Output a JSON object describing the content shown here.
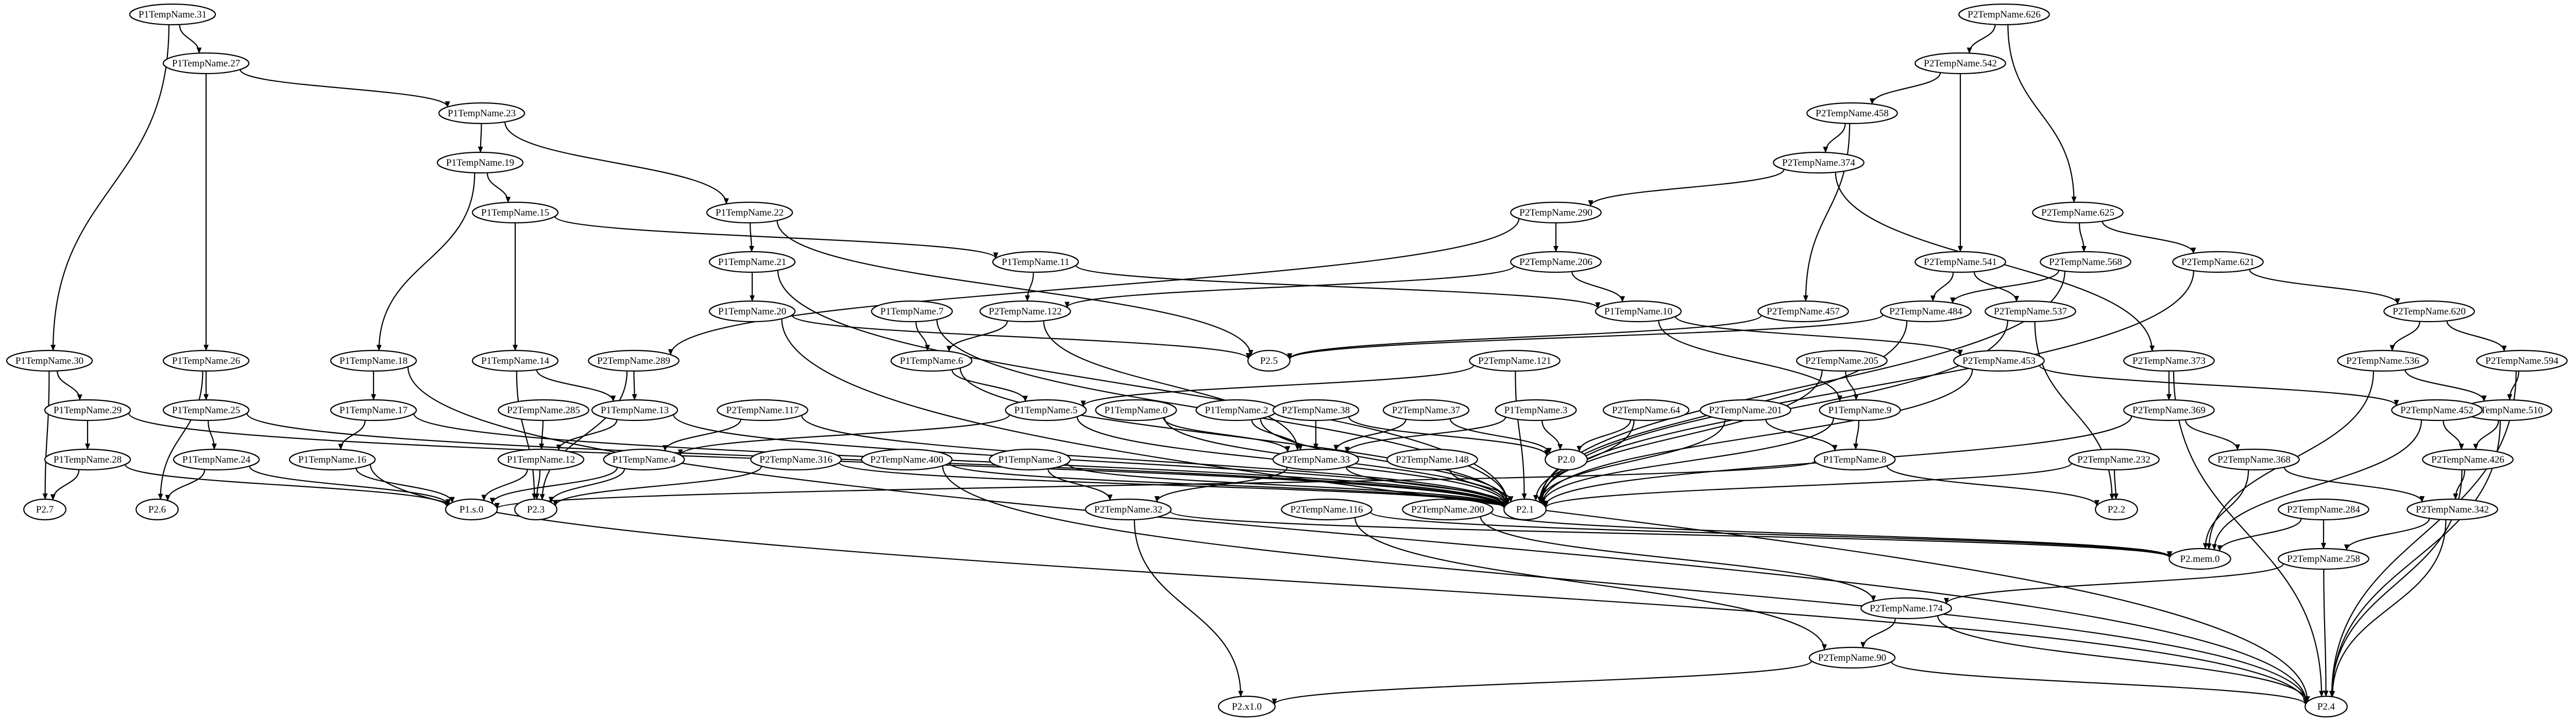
{
  "graph": {
    "nodes": [
      {
        "id": "n1",
        "label": "P1TempName.31"
      },
      {
        "id": "n2",
        "label": "P1TempName.27"
      },
      {
        "id": "n3",
        "label": "P1TempName.23"
      },
      {
        "id": "n4",
        "label": "P1TempName.19"
      },
      {
        "id": "n5",
        "label": "P1TempName.15"
      },
      {
        "id": "n6",
        "label": "P1TempName.22"
      },
      {
        "id": "n7",
        "label": "P1TempName.21"
      },
      {
        "id": "n8",
        "label": "P1TempName.11"
      },
      {
        "id": "n9",
        "label": "P1TempName.20"
      },
      {
        "id": "n10",
        "label": "P1TempName.7"
      },
      {
        "id": "n11",
        "label": "P2TempName.122"
      },
      {
        "id": "n12",
        "label": "P1TempName.6"
      },
      {
        "id": "n13",
        "label": "P1TempName.30"
      },
      {
        "id": "n14",
        "label": "P1TempName.26"
      },
      {
        "id": "n15",
        "label": "P1TempName.18"
      },
      {
        "id": "n16",
        "label": "P1TempName.14"
      },
      {
        "id": "n17",
        "label": "P2TempName.289"
      },
      {
        "id": "n18",
        "label": "P1TempName.29"
      },
      {
        "id": "n19",
        "label": "P1TempName.25"
      },
      {
        "id": "n20",
        "label": "P1TempName.17"
      },
      {
        "id": "n21",
        "label": "P1TempName.13"
      },
      {
        "id": "n22",
        "label": "P2TempName.285"
      },
      {
        "id": "n23",
        "label": "P2TempName.117"
      },
      {
        "id": "n24",
        "label": "P1TempName.5"
      },
      {
        "id": "n25",
        "label": "P1TempName.28"
      },
      {
        "id": "n26",
        "label": "P1TempName.24"
      },
      {
        "id": "n27",
        "label": "P1TempName.16"
      },
      {
        "id": "n28",
        "label": "P1TempName.12"
      },
      {
        "id": "n29",
        "label": "P1TempName.4"
      },
      {
        "id": "n30",
        "label": "P2TempName.316"
      },
      {
        "id": "n31",
        "label": "P2TempName.400"
      },
      {
        "id": "n32",
        "label": "P2.7"
      },
      {
        "id": "n33",
        "label": "P2.6"
      },
      {
        "id": "n34",
        "label": "P1.s.0"
      },
      {
        "id": "n35",
        "label": "P2.3"
      },
      {
        "id": "n36",
        "label": "P2.5"
      },
      {
        "id": "n37",
        "label": "P1TempName.0"
      },
      {
        "id": "n38",
        "label": "P1TempName.2"
      },
      {
        "id": "n39",
        "label": "P2TempName.38"
      },
      {
        "id": "n40",
        "label": "P2TempName.37"
      },
      {
        "id": "n41",
        "label": "P1TempName.3"
      },
      {
        "id": "n42",
        "label": "P2TempName.64"
      },
      {
        "id": "n43",
        "label": "P2TempName.33"
      },
      {
        "id": "n44",
        "label": "P2TempName.148"
      },
      {
        "id": "n45",
        "label": "P2.0"
      },
      {
        "id": "n46",
        "label": "P1TempName.3"
      },
      {
        "id": "n47",
        "label": "P2TempName.32"
      },
      {
        "id": "n48",
        "label": "P2TempName.116"
      },
      {
        "id": "n49",
        "label": "P2TempName.200"
      },
      {
        "id": "n50",
        "label": "P2.1"
      },
      {
        "id": "n51",
        "label": "P2TempName.626"
      },
      {
        "id": "n52",
        "label": "P2TempName.542"
      },
      {
        "id": "n53",
        "label": "P2TempName.458"
      },
      {
        "id": "n54",
        "label": "P2TempName.374"
      },
      {
        "id": "n55",
        "label": "P2TempName.290"
      },
      {
        "id": "n56",
        "label": "P2TempName.206"
      },
      {
        "id": "n57",
        "label": "P1TempName.10"
      },
      {
        "id": "n58",
        "label": "P2TempName.457"
      },
      {
        "id": "n59",
        "label": "P2TempName.121"
      },
      {
        "id": "n60",
        "label": "P2TempName.453"
      },
      {
        "id": "n61",
        "label": "P2TempName.205"
      },
      {
        "id": "n62",
        "label": "P1TempName.9"
      },
      {
        "id": "n63",
        "label": "P2TempName.201"
      },
      {
        "id": "n64",
        "label": "P1TempName.8"
      },
      {
        "id": "n65",
        "label": "P2TempName.541"
      },
      {
        "id": "n66",
        "label": "P2TempName.484"
      },
      {
        "id": "n67",
        "label": "P2TempName.537"
      },
      {
        "id": "n68",
        "label": "P2TempName.568"
      },
      {
        "id": "n69",
        "label": "P2TempName.625"
      },
      {
        "id": "n70",
        "label": "P2TempName.621"
      },
      {
        "id": "n71",
        "label": "P2TempName.373"
      },
      {
        "id": "n72",
        "label": "P2TempName.369"
      },
      {
        "id": "n73",
        "label": "P2TempName.368"
      },
      {
        "id": "n74",
        "label": "P2TempName.232"
      },
      {
        "id": "n75",
        "label": "P2.2"
      },
      {
        "id": "n76",
        "label": "P2TempName.620"
      },
      {
        "id": "n77",
        "label": "P2TempName.536"
      },
      {
        "id": "n78",
        "label": "P2TempName.594"
      },
      {
        "id": "n79",
        "label": "P2TempName.510"
      },
      {
        "id": "n80",
        "label": "P2TempName.452"
      },
      {
        "id": "n81",
        "label": "P2TempName.426"
      },
      {
        "id": "n82",
        "label": "P2TempName.284"
      },
      {
        "id": "n83",
        "label": "P2TempName.342"
      },
      {
        "id": "n84",
        "label": "P2TempName.258"
      },
      {
        "id": "n85",
        "label": "P2.mem.0"
      },
      {
        "id": "n86",
        "label": "P2TempName.174"
      },
      {
        "id": "n87",
        "label": "P2TempName.90"
      },
      {
        "id": "n88",
        "label": "P2.x1.0"
      },
      {
        "id": "n89",
        "label": "P2.4"
      }
    ],
    "edges": [
      {
        "from": "n1",
        "to": "n2"
      },
      {
        "from": "n1",
        "to": "n13"
      },
      {
        "from": "n2",
        "to": "n3"
      },
      {
        "from": "n2",
        "to": "n14"
      },
      {
        "from": "n3",
        "to": "n4"
      },
      {
        "from": "n3",
        "to": "n6"
      },
      {
        "from": "n4",
        "to": "n5"
      },
      {
        "from": "n4",
        "to": "n15"
      },
      {
        "from": "n5",
        "to": "n8"
      },
      {
        "from": "n5",
        "to": "n16"
      },
      {
        "from": "n6",
        "to": "n7"
      },
      {
        "from": "n6",
        "to": "n36"
      },
      {
        "from": "n7",
        "to": "n9"
      },
      {
        "from": "n7",
        "to": "n50"
      },
      {
        "from": "n8",
        "to": "n11"
      },
      {
        "from": "n8",
        "to": "n57"
      },
      {
        "from": "n9",
        "to": "n36"
      },
      {
        "from": "n9",
        "to": "n89"
      },
      {
        "from": "n10",
        "to": "n12"
      },
      {
        "from": "n10",
        "to": "n50"
      },
      {
        "from": "n11",
        "to": "n12"
      },
      {
        "from": "n11",
        "to": "n43"
      },
      {
        "from": "n12",
        "to": "n24"
      },
      {
        "from": "n12",
        "to": "n50"
      },
      {
        "from": "n13",
        "to": "n18"
      },
      {
        "from": "n13",
        "to": "n32"
      },
      {
        "from": "n14",
        "to": "n19"
      },
      {
        "from": "n14",
        "to": "n33"
      },
      {
        "from": "n15",
        "to": "n20"
      },
      {
        "from": "n15",
        "to": "n89"
      },
      {
        "from": "n16",
        "to": "n21"
      },
      {
        "from": "n16",
        "to": "n35"
      },
      {
        "from": "n17",
        "to": "n21"
      },
      {
        "from": "n17",
        "to": "n35"
      },
      {
        "from": "n18",
        "to": "n25"
      },
      {
        "from": "n18",
        "to": "n50"
      },
      {
        "from": "n19",
        "to": "n26"
      },
      {
        "from": "n19",
        "to": "n50"
      },
      {
        "from": "n20",
        "to": "n27"
      },
      {
        "from": "n20",
        "to": "n50"
      },
      {
        "from": "n21",
        "to": "n28"
      },
      {
        "from": "n21",
        "to": "n50"
      },
      {
        "from": "n22",
        "to": "n28"
      },
      {
        "from": "n23",
        "to": "n29"
      },
      {
        "from": "n23",
        "to": "n50"
      },
      {
        "from": "n24",
        "to": "n29"
      },
      {
        "from": "n24",
        "to": "n50"
      },
      {
        "from": "n25",
        "to": "n32"
      },
      {
        "from": "n25",
        "to": "n34"
      },
      {
        "from": "n26",
        "to": "n33"
      },
      {
        "from": "n26",
        "to": "n34"
      },
      {
        "from": "n27",
        "to": "n34"
      },
      {
        "from": "n27",
        "to": "n89"
      },
      {
        "from": "n28",
        "to": "n34"
      },
      {
        "from": "n28",
        "to": "n35"
      },
      {
        "from": "n29",
        "to": "n34"
      },
      {
        "from": "n29",
        "to": "n35"
      },
      {
        "from": "n30",
        "to": "n35"
      },
      {
        "from": "n30",
        "to": "n50"
      },
      {
        "from": "n31",
        "to": "n50"
      },
      {
        "from": "n31",
        "to": "n89"
      },
      {
        "from": "n37",
        "to": "n43"
      },
      {
        "from": "n37",
        "to": "n50"
      },
      {
        "from": "n38",
        "to": "n43"
      },
      {
        "from": "n38",
        "to": "n50"
      },
      {
        "from": "n39",
        "to": "n43"
      },
      {
        "from": "n39",
        "to": "n45"
      },
      {
        "from": "n40",
        "to": "n43"
      },
      {
        "from": "n40",
        "to": "n45"
      },
      {
        "from": "n41",
        "to": "n43"
      },
      {
        "from": "n41",
        "to": "n45"
      },
      {
        "from": "n42",
        "to": "n45"
      },
      {
        "from": "n42",
        "to": "n50"
      },
      {
        "from": "n43",
        "to": "n47"
      },
      {
        "from": "n43",
        "to": "n50"
      },
      {
        "from": "n44",
        "to": "n50"
      },
      {
        "from": "n46",
        "to": "n47"
      },
      {
        "from": "n46",
        "to": "n50"
      },
      {
        "from": "n47",
        "to": "n85"
      },
      {
        "from": "n47",
        "to": "n88"
      },
      {
        "from": "n48",
        "to": "n85"
      },
      {
        "from": "n48",
        "to": "n87"
      },
      {
        "from": "n49",
        "to": "n85"
      },
      {
        "from": "n49",
        "to": "n86"
      },
      {
        "from": "n51",
        "to": "n52"
      },
      {
        "from": "n51",
        "to": "n69"
      },
      {
        "from": "n52",
        "to": "n53"
      },
      {
        "from": "n52",
        "to": "n65"
      },
      {
        "from": "n53",
        "to": "n54"
      },
      {
        "from": "n53",
        "to": "n58"
      },
      {
        "from": "n54",
        "to": "n55"
      },
      {
        "from": "n54",
        "to": "n71"
      },
      {
        "from": "n55",
        "to": "n56"
      },
      {
        "from": "n55",
        "to": "n17"
      },
      {
        "from": "n56",
        "to": "n11"
      },
      {
        "from": "n56",
        "to": "n57"
      },
      {
        "from": "n57",
        "to": "n60"
      },
      {
        "from": "n57",
        "to": "n62"
      },
      {
        "from": "n58",
        "to": "n36"
      },
      {
        "from": "n59",
        "to": "n24"
      },
      {
        "from": "n59",
        "to": "n50"
      },
      {
        "from": "n60",
        "to": "n50"
      },
      {
        "from": "n60",
        "to": "n80"
      },
      {
        "from": "n61",
        "to": "n62"
      },
      {
        "from": "n61",
        "to": "n50"
      },
      {
        "from": "n62",
        "to": "n64"
      },
      {
        "from": "n62",
        "to": "n50"
      },
      {
        "from": "n63",
        "to": "n64"
      },
      {
        "from": "n63",
        "to": "n50"
      },
      {
        "from": "n64",
        "to": "n34"
      },
      {
        "from": "n64",
        "to": "n75"
      },
      {
        "from": "n65",
        "to": "n66"
      },
      {
        "from": "n65",
        "to": "n67"
      },
      {
        "from": "n66",
        "to": "n36"
      },
      {
        "from": "n66",
        "to": "n50"
      },
      {
        "from": "n67",
        "to": "n50"
      },
      {
        "from": "n67",
        "to": "n75"
      },
      {
        "from": "n68",
        "to": "n66"
      },
      {
        "from": "n68",
        "to": "n50"
      },
      {
        "from": "n69",
        "to": "n68"
      },
      {
        "from": "n69",
        "to": "n70"
      },
      {
        "from": "n70",
        "to": "n76"
      },
      {
        "from": "n70",
        "to": "n50"
      },
      {
        "from": "n71",
        "to": "n72"
      },
      {
        "from": "n71",
        "to": "n89"
      },
      {
        "from": "n72",
        "to": "n73"
      },
      {
        "from": "n72",
        "to": "n50"
      },
      {
        "from": "n73",
        "to": "n85"
      },
      {
        "from": "n73",
        "to": "n83"
      },
      {
        "from": "n74",
        "to": "n75"
      },
      {
        "from": "n74",
        "to": "n50"
      },
      {
        "from": "n76",
        "to": "n77"
      },
      {
        "from": "n76",
        "to": "n78"
      },
      {
        "from": "n77",
        "to": "n79"
      },
      {
        "from": "n77",
        "to": "n85"
      },
      {
        "from": "n78",
        "to": "n79"
      },
      {
        "from": "n78",
        "to": "n89"
      },
      {
        "from": "n79",
        "to": "n81"
      },
      {
        "from": "n79",
        "to": "n89"
      },
      {
        "from": "n80",
        "to": "n81"
      },
      {
        "from": "n80",
        "to": "n85"
      },
      {
        "from": "n81",
        "to": "n83"
      },
      {
        "from": "n81",
        "to": "n89"
      },
      {
        "from": "n82",
        "to": "n84"
      },
      {
        "from": "n82",
        "to": "n85"
      },
      {
        "from": "n83",
        "to": "n84"
      },
      {
        "from": "n83",
        "to": "n89"
      },
      {
        "from": "n84",
        "to": "n86"
      },
      {
        "from": "n84",
        "to": "n89"
      },
      {
        "from": "n86",
        "to": "n87"
      },
      {
        "from": "n86",
        "to": "n89"
      },
      {
        "from": "n87",
        "to": "n88"
      },
      {
        "from": "n87",
        "to": "n89"
      }
    ]
  }
}
